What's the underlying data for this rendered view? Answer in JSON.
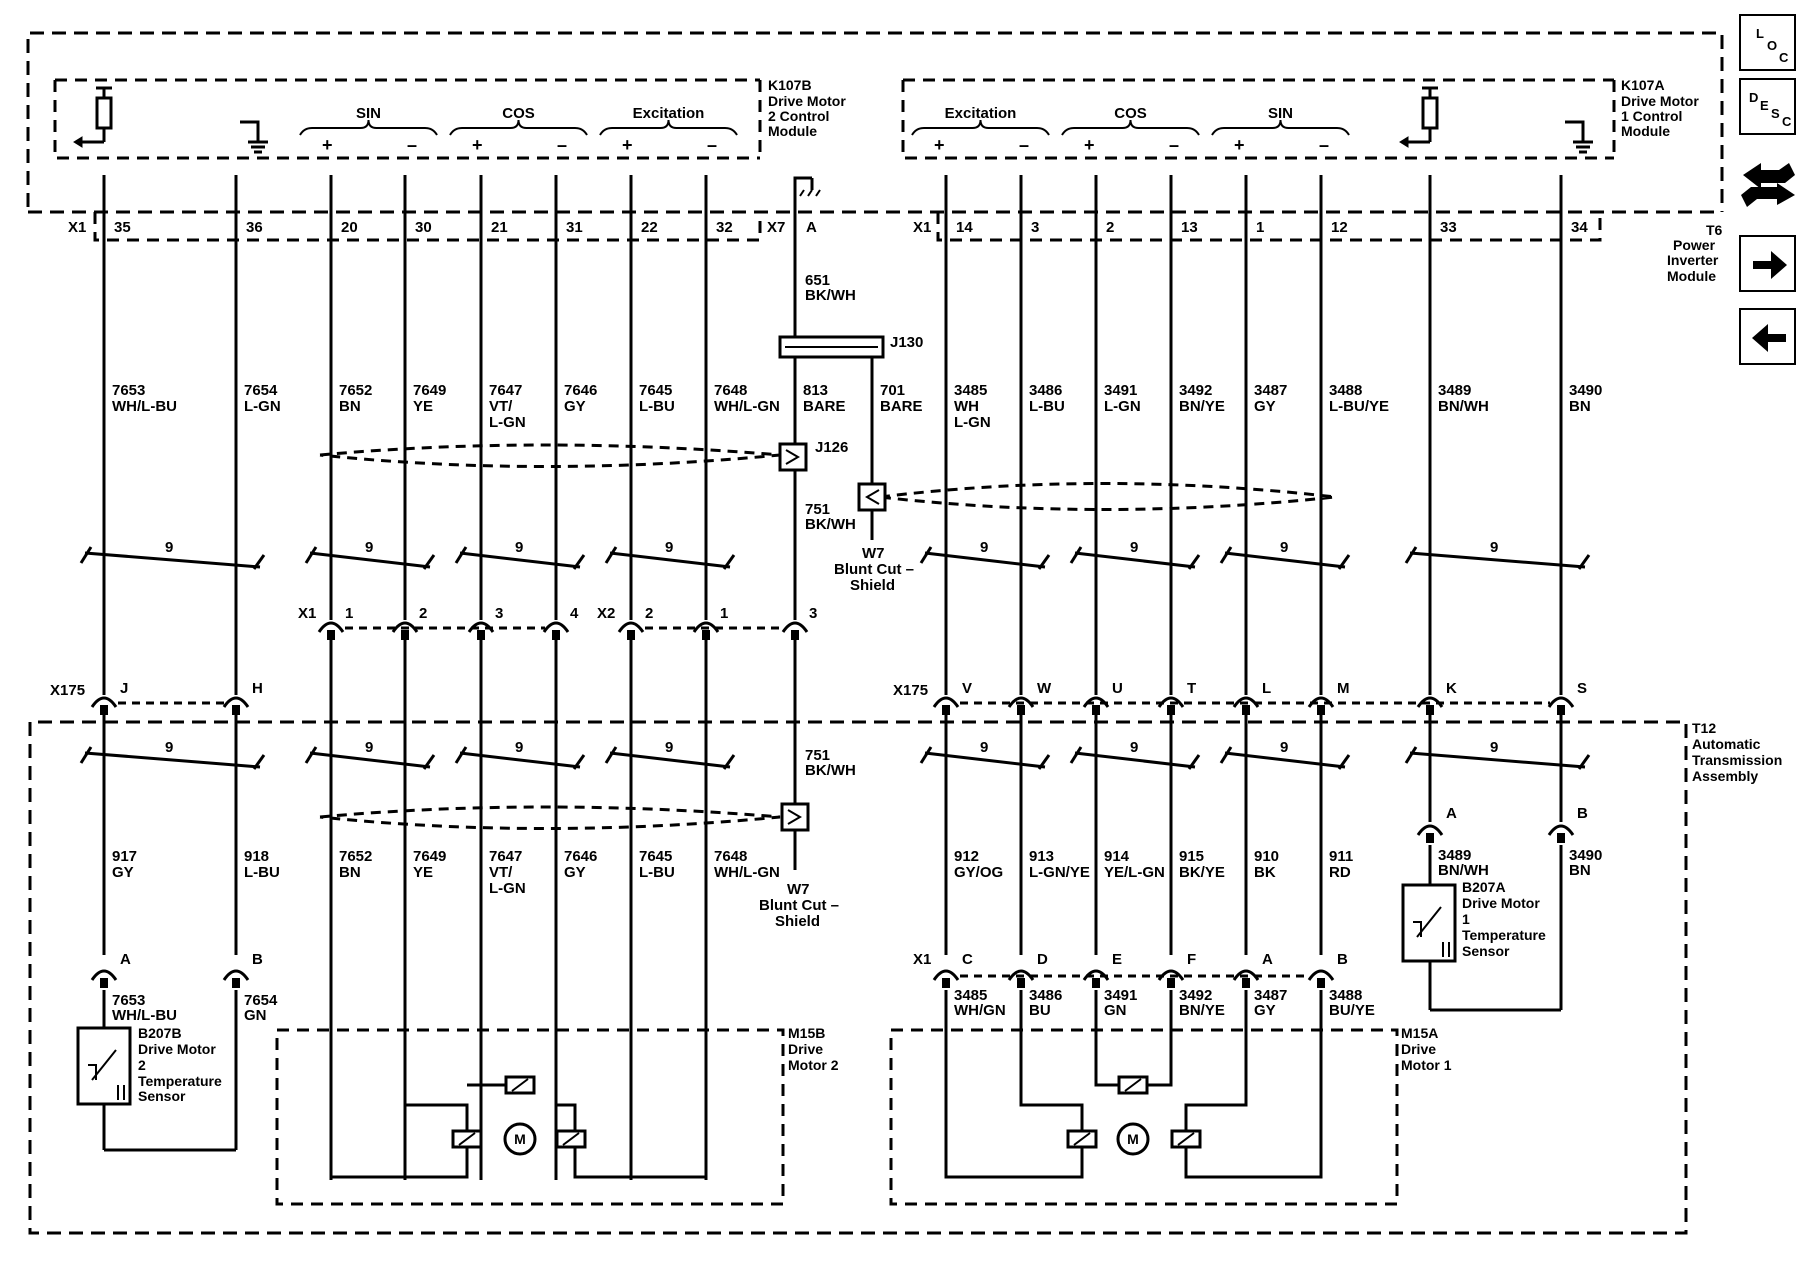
{
  "modules": {
    "k107b": {
      "ref": "K107B",
      "line1": "Drive Motor",
      "line2": "2 Control",
      "line3": "Module"
    },
    "k107a": {
      "ref": "K107A",
      "line1": "Drive Motor",
      "line2": "1 Control",
      "line3": "Module"
    },
    "t6": {
      "ref": "T6",
      "line1": "Power",
      "line2": "Inverter",
      "line3": "Module"
    },
    "t12": {
      "ref": "T12",
      "line1": "Automatic",
      "line2": "Transmission",
      "line3": "Assembly"
    },
    "m15b": {
      "ref": "M15B",
      "line1": "Drive",
      "line2": "Motor 2"
    },
    "m15a": {
      "ref": "M15A",
      "line1": "Drive",
      "line2": "Motor 1"
    },
    "b207b": {
      "ref": "B207B",
      "line1": "Drive Motor",
      "line2": "2",
      "line3": "Temperature",
      "line4": "Sensor"
    },
    "b207a": {
      "ref": "B207A",
      "line1": "Drive Motor",
      "line2": "1",
      "line3": "Temperature",
      "line4": "Sensor"
    }
  },
  "signal_groups": {
    "left": {
      "sin": "SIN",
      "cos": "COS",
      "exc": "Excitation"
    },
    "right": {
      "exc": "Excitation",
      "cos": "COS",
      "sin": "SIN"
    }
  },
  "connectors": {
    "x1": "X1",
    "x7": "X7",
    "x2": "X2",
    "x175": "X175",
    "j130": "J130",
    "j126": "J126",
    "w7": "W7",
    "w7_line1": "Blunt Cut –",
    "w7_line2": "Shield"
  },
  "pins": {
    "top_left": [
      "35",
      "36",
      "20",
      "30",
      "21",
      "31",
      "22",
      "32"
    ],
    "x7": "A",
    "top_right": [
      "14",
      "3",
      "2",
      "13",
      "1",
      "12",
      "33",
      "34"
    ],
    "mid_left": [
      "1",
      "2",
      "3",
      "4",
      "2",
      "1",
      "3"
    ],
    "x175_left": [
      "J",
      "H"
    ],
    "x175_right": [
      "V",
      "W",
      "U",
      "T",
      "L",
      "M",
      "K",
      "S"
    ],
    "b207b": [
      "A",
      "B"
    ],
    "b207a": [
      "A",
      "B"
    ],
    "x1_bottom": [
      "C",
      "D",
      "E",
      "F",
      "A",
      "B"
    ]
  },
  "wires": {
    "upper": [
      {
        "circuit": "7653",
        "color": "WH/L-BU"
      },
      {
        "circuit": "7654",
        "color": "L-GN"
      },
      {
        "circuit": "7652",
        "color": "BN"
      },
      {
        "circuit": "7649",
        "color": "YE"
      },
      {
        "circuit": "7647",
        "color": "VT/",
        "color2": "L-GN"
      },
      {
        "circuit": "7646",
        "color": "GY"
      },
      {
        "circuit": "7645",
        "color": "L-BU"
      },
      {
        "circuit": "7648",
        "color": "WH/L-GN"
      },
      {
        "circuit": "813",
        "color": "BARE"
      },
      {
        "circuit": "701",
        "color": "BARE"
      },
      {
        "circuit": "3485",
        "color": "WH",
        "color2": "L-GN"
      },
      {
        "circuit": "3486",
        "color": "L-BU"
      },
      {
        "circuit": "3491",
        "color": "L-GN"
      },
      {
        "circuit": "3492",
        "color": "BN/YE"
      },
      {
        "circuit": "3487",
        "color": "GY"
      },
      {
        "circuit": "3488",
        "color": "L-BU/YE"
      },
      {
        "circuit": "3489",
        "color": "BN/WH"
      },
      {
        "circuit": "3490",
        "color": "BN"
      }
    ],
    "ground_651": {
      "circuit": "651",
      "color": "BK/WH"
    },
    "shield_751_upper": {
      "circuit": "751",
      "color": "BK/WH"
    },
    "shield_751_lower": {
      "circuit": "751",
      "color": "BK/WH"
    },
    "lower": [
      {
        "circuit": "917",
        "color": "GY"
      },
      {
        "circuit": "918",
        "color": "L-BU"
      },
      {
        "circuit": "7652",
        "color": "BN"
      },
      {
        "circuit": "7649",
        "color": "YE"
      },
      {
        "circuit": "7647",
        "color": "VT/",
        "color2": "L-GN"
      },
      {
        "circuit": "7646",
        "color": "GY"
      },
      {
        "circuit": "7645",
        "color": "L-BU"
      },
      {
        "circuit": "7648",
        "color": "WH/L-GN"
      },
      {
        "circuit": "912",
        "color": "GY/OG"
      },
      {
        "circuit": "913",
        "color": "L-GN/YE"
      },
      {
        "circuit": "914",
        "color": "YE/L-GN"
      },
      {
        "circuit": "915",
        "color": "BK/YE"
      },
      {
        "circuit": "910",
        "color": "BK"
      },
      {
        "circuit": "911",
        "color": "RD"
      }
    ],
    "b207b_pigtail": [
      {
        "circuit": "7653",
        "color": "WH/L-BU"
      },
      {
        "circuit": "7654",
        "color": "GN"
      }
    ],
    "b207a_pigtail": [
      {
        "circuit": "3489",
        "color": "BN/WH"
      },
      {
        "circuit": "3490",
        "color": "BN"
      }
    ],
    "m15a_pigtail": [
      {
        "circuit": "3485",
        "color": "WH/GN"
      },
      {
        "circuit": "3486",
        "color": "BU"
      },
      {
        "circuit": "3491",
        "color": "GN"
      },
      {
        "circuit": "3492",
        "color": "BN/YE"
      },
      {
        "circuit": "3487",
        "color": "GY"
      },
      {
        "circuit": "3488",
        "color": "BU/YE"
      }
    ]
  },
  "twist_label": "9",
  "motor_symbol": "M",
  "nav": {
    "loc": {
      "l1": "L",
      "l2": "O",
      "l3": "C"
    },
    "desc": {
      "l1": "D",
      "l2": "E",
      "l3": "S",
      "l4": "C"
    }
  }
}
